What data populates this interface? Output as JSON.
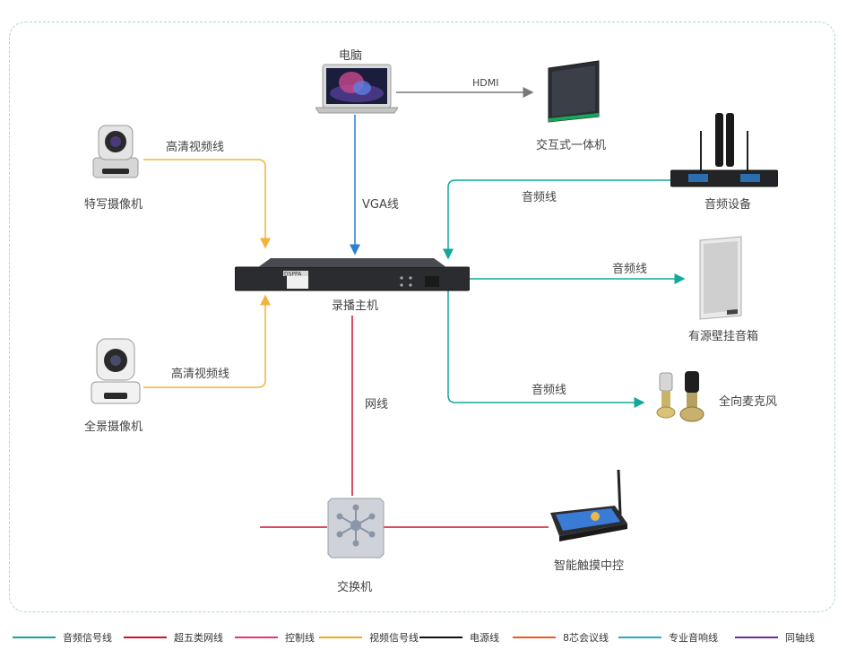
{
  "devices": {
    "computer": "电脑",
    "interactive_display": "交互式一体机",
    "closeup_camera": "特写摄像机",
    "audio_equipment": "音频设备",
    "recorder_host": "录播主机",
    "active_speaker": "有源壁挂音箱",
    "panorama_camera": "全景摄像机",
    "omni_mic": "全向麦克风",
    "switch": "交换机",
    "touch_controller": "智能触摸中控"
  },
  "connections": {
    "hdmi": "HDMI",
    "vga": "VGA线",
    "hd_video_top": "高清视频线",
    "hd_video_bottom": "高清视频线",
    "audio_in": "音频线",
    "audio_speaker": "音频线",
    "audio_mic": "音频线",
    "network": "网线"
  },
  "legend": [
    {
      "label": "音频信号线",
      "color": "#12a89a"
    },
    {
      "label": "超五类网线",
      "color": "#c8142b"
    },
    {
      "label": "控制线",
      "color": "#e8347a"
    },
    {
      "label": "视频信号线",
      "color": "#f2a81d"
    },
    {
      "label": "电源线",
      "color": "#111111"
    },
    {
      "label": "8芯会议线",
      "color": "#ee5b1c"
    },
    {
      "label": "专业音响线",
      "color": "#2aa7c9"
    },
    {
      "label": "同轴线",
      "color": "#6a2aa0"
    }
  ],
  "wire_colors": {
    "audio": "#12a89a",
    "video": "#f2b33d",
    "network": "#c8142b",
    "vga": "#2a7fd0",
    "hdmi": "#7a7a7a"
  },
  "screen_text": {
    "recorder_brand": "DSPPA"
  }
}
